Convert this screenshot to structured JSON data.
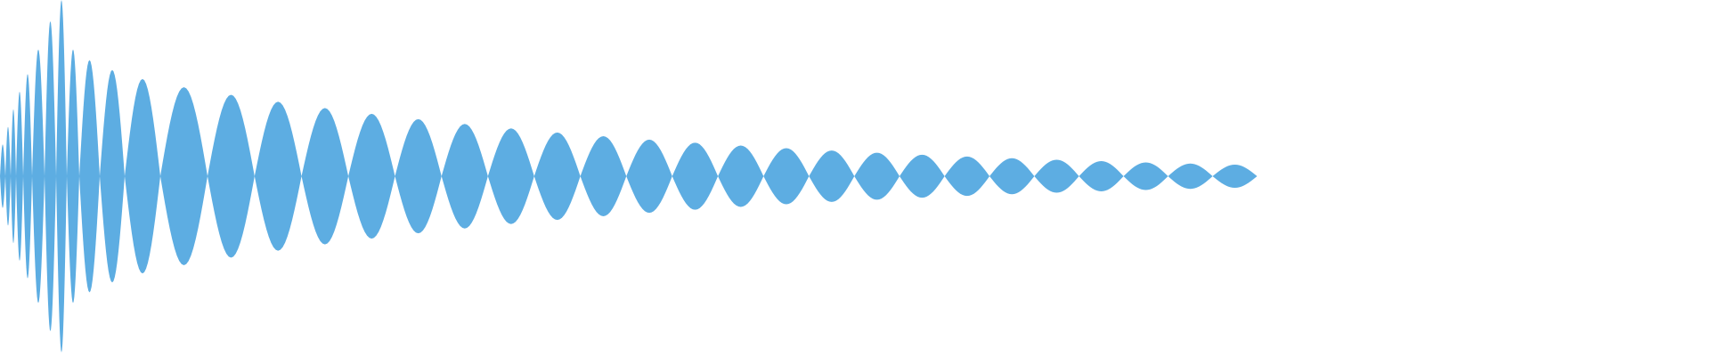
{
  "waveform": {
    "fill_color": "#5dade2",
    "background_color": "#ffffff",
    "lobe_count": 36,
    "peak_amplitude": 1.0,
    "end_amplitude": 0.06
  }
}
